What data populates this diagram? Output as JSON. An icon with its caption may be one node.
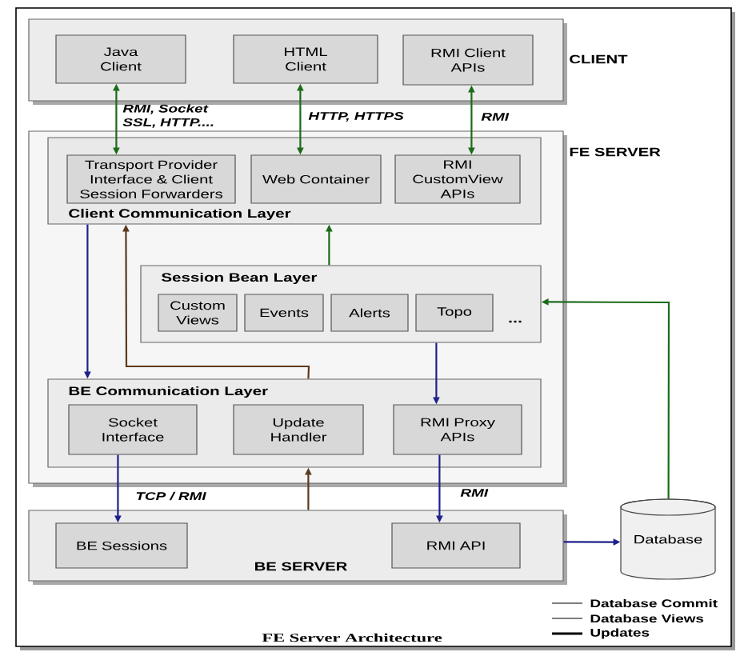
{
  "diagram": {
    "caption": "FE Server Architecture",
    "nodes": [
      {
        "text": [
          "CLIENT"
        ]
      },
      {
        "text": [
          "Java Client"
        ],
        "in": 0
      },
      {
        "text": [
          "HTML Client"
        ],
        "in": 0
      },
      {
        "text": [
          "RMI Client APIs"
        ],
        "in": 0
      },
      {
        "text": [
          "FE SERVER"
        ]
      },
      {
        "text": [
          "Client Communication Layer"
        ],
        "in": 4
      },
      {
        "text": [
          "Transport Provider Interface & Client Session Forwarders"
        ],
        "in": 5
      },
      {
        "text": [
          "Web Container"
        ],
        "in": 5
      },
      {
        "text": [
          "RMI CustomView APIs"
        ],
        "in": 5
      },
      {
        "text": [
          "Session Bean Layer"
        ],
        "in": 4
      },
      {
        "text": [
          "Custom Views"
        ],
        "in": 9
      },
      {
        "text": [
          "Events"
        ],
        "in": 9
      },
      {
        "text": [
          "Alerts"
        ],
        "in": 9
      },
      {
        "text": [
          "Topo"
        ],
        "in": 9
      },
      {
        "text": [
          "BE Communication Layer"
        ],
        "in": 4
      },
      {
        "text": [
          "Socket Interface"
        ],
        "in": 14
      },
      {
        "text": [
          "Update Handler"
        ],
        "in": 14
      },
      {
        "text": [
          "RMI Proxy APIs"
        ],
        "in": 14
      },
      {
        "text": [
          "BE SERVER"
        ]
      },
      {
        "text": [
          "BE Sessions"
        ],
        "in": 18
      },
      {
        "text": [
          "RMI API"
        ],
        "in": 18
      },
      {
        "text": [
          "Database"
        ]
      }
    ],
    "edges": [
      {
        "from": 1,
        "to": 6,
        "arrow": "both",
        "label": "RMI, Socket SSL, HTTP....",
        "color": "#1b6b1b"
      },
      {
        "from": 2,
        "to": 7,
        "arrow": "both",
        "label": "HTTP, HTTPS",
        "color": "#1b6b1b"
      },
      {
        "from": 3,
        "to": 8,
        "arrow": "both",
        "label": "RMI",
        "color": "#1b6b1b"
      },
      {
        "from": 5,
        "to": 14,
        "arrow": "to",
        "color": "#1f1f8c"
      },
      {
        "from": 14,
        "to": 5,
        "arrow": "to",
        "color": "#5c3a1e"
      },
      {
        "from": 9,
        "to": 5,
        "arrow": "to",
        "color": "#1b6b1b"
      },
      {
        "from": 9,
        "to": 17,
        "arrow": "to",
        "color": "#1f1f8c"
      },
      {
        "from": 15,
        "to": 19,
        "arrow": "to",
        "label": "TCP / RMI",
        "color": "#1f1f8c"
      },
      {
        "from": 18,
        "to": 14,
        "arrow": "to",
        "color": "#5c3a1e"
      },
      {
        "from": 17,
        "to": 20,
        "arrow": "to",
        "label": "RMI",
        "color": "#1f1f8c"
      },
      {
        "from": 18,
        "to": 21,
        "arrow": "to",
        "color": "#1f1f8c"
      },
      {
        "from": 21,
        "to": 9,
        "arrow": "to",
        "color": "#1b6b1b"
      }
    ],
    "labels": [
      "..."
    ],
    "legend": [
      {
        "text": "Database Commit"
      },
      {
        "text": "Database Views"
      },
      {
        "text": "Updates"
      }
    ]
  }
}
